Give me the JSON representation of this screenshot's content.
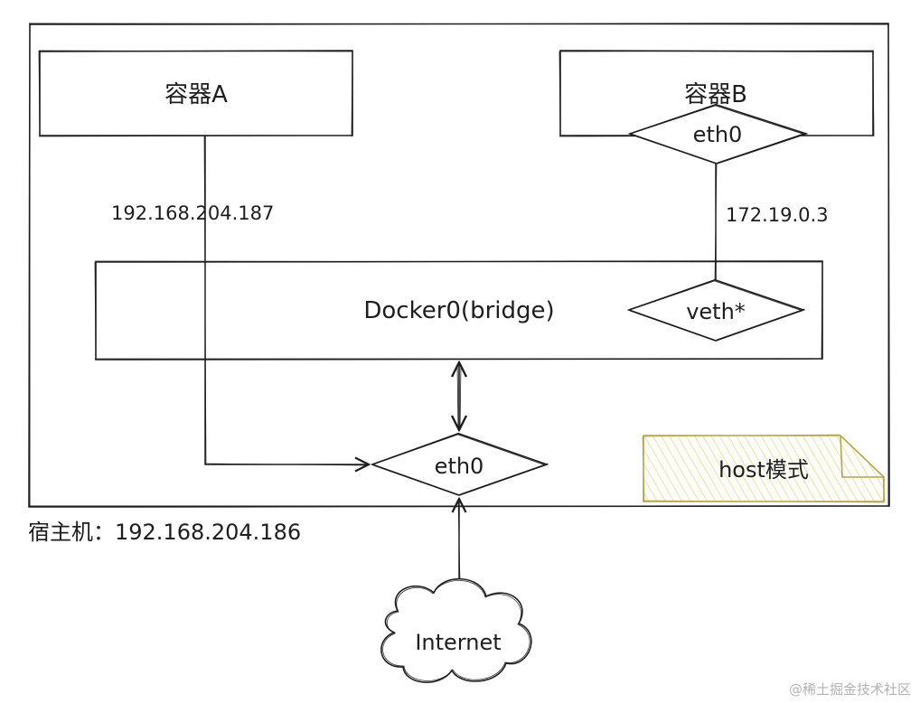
{
  "nodes": {
    "container_a": "容器A",
    "container_b": "容器B",
    "eth0_b": "eth0",
    "bridge": "Docker0(bridge)",
    "veth": "veth*",
    "eth0_host": "eth0",
    "internet": "Internet"
  },
  "edge_labels": {
    "ip_a": "192.168.204.187",
    "ip_b": "172.19.0.3"
  },
  "host_label": "宿主机：192.168.204.186",
  "note": "host模式",
  "watermark": "@稀土掘金技术社区",
  "colors": {
    "stroke": "#1e1e1e",
    "note_fill": "#fff3bf",
    "note_stroke": "#b8a24a"
  }
}
